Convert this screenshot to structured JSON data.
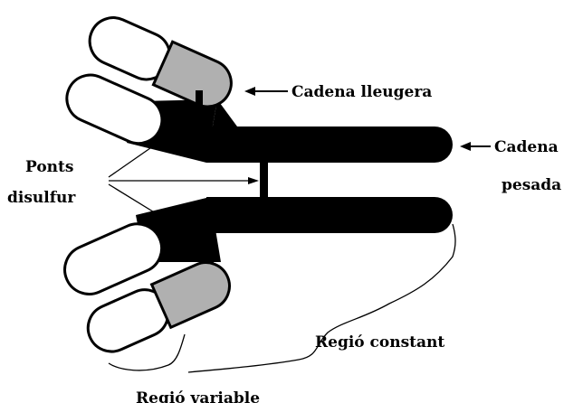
{
  "labels": {
    "light_chain": "Cadena lleugera",
    "heavy_chain_line1": "Cadena",
    "heavy_chain_line2": "pesada",
    "disulfide_line1": "Ponts",
    "disulfide_line2": "disulfur",
    "constant_region": "Regió constant",
    "variable_region": "Regió variable"
  },
  "colors": {
    "heavy_chain": "#000000",
    "light_chain_variable": "#ffffff",
    "light_chain_constant": "#b0b0b0",
    "outline": "#000000"
  }
}
